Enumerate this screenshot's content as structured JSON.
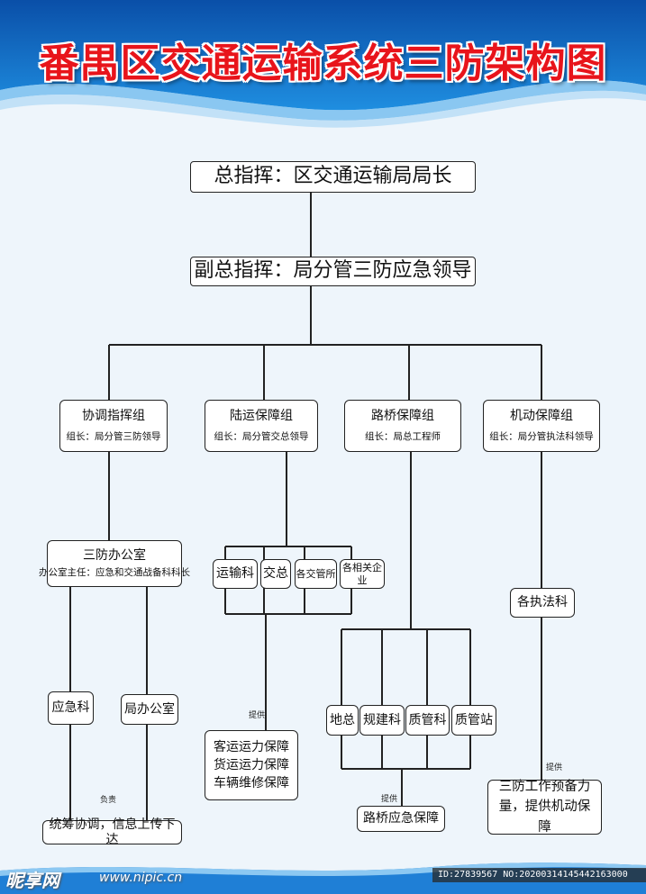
{
  "title": "番禺区交通运输系统三防架构图",
  "commander": "总指挥：区交通运输局局长",
  "deputy": "副总指挥：局分管三防应急领导",
  "groups": [
    {
      "name": "协调指挥组",
      "leader": "组长：局分管三防领导"
    },
    {
      "name": "陆运保障组",
      "leader": "组长：局分管交总领导"
    },
    {
      "name": "路桥保障组",
      "leader": "组长：局总工程师"
    },
    {
      "name": "机动保障组",
      "leader": "组长：局分管执法科领导"
    }
  ],
  "office": {
    "name": "三防办公室",
    "sub": "办公室主任：应急和交通战备科科长"
  },
  "office_units": [
    "应急科",
    "局办公室"
  ],
  "office_duty_label": "负责",
  "office_duty": "统筹协调，信息上传下达",
  "transport_units": [
    "运输科",
    "交总",
    "各交管所",
    "各相关企业"
  ],
  "transport_provide_label": "提供",
  "transport_services": [
    "客运运力保障",
    "货运运力保障",
    "车辆维修保障"
  ],
  "bridge_units": [
    "地总",
    "规建科",
    "质管科",
    "质管站"
  ],
  "bridge_provide_label": "提供",
  "bridge_service": "路桥应急保障",
  "mobile_unit": "各执法科",
  "mobile_provide_label": "提供",
  "mobile_service": "三防工作预备力量，提供机动保障",
  "watermark": {
    "logo": "昵享网",
    "site": "www.nipic.cn",
    "id": "ID:27839567 NO:20200314145442163000"
  },
  "colors": {
    "title": "#e8141b",
    "header_blue": "#0a5db5",
    "background": "#eef5fb",
    "line": "#222222"
  }
}
